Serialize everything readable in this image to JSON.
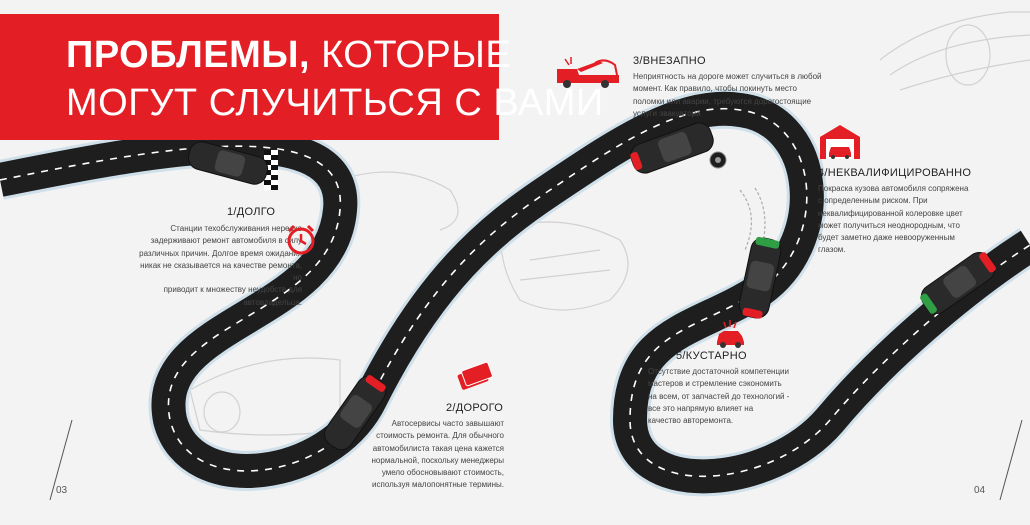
{
  "title": {
    "bold": "ПРОБЛЕМЫ,",
    "rest": "КОТОРЫЕ",
    "line2": "МОГУТ СЛУЧИТЬСЯ С ВАМИ"
  },
  "colors": {
    "accent": "#e31e24",
    "road": "#1e1e1e",
    "dash": "#ffffff",
    "edge": "#cfe0ea"
  },
  "items": [
    {
      "heading": "1/ДОЛГО",
      "icon": "alarm-clock-icon",
      "lines": [
        "Станции техобслуживания нередко",
        "задерживают ремонт автомобиля в силу",
        "различных причин. Долгое время ожидания",
        "никак не сказывается на качестве ремонта, но",
        "приводит к множеству неудобств для",
        "автовладельца."
      ]
    },
    {
      "heading": "2/ДОРОГО",
      "icon": "money-icon",
      "lines": [
        "Автосервисы часто завышают",
        "стоимость ремонта. Для обычного",
        "автомобилиста такая цена кажется",
        "нормальной, поскольку менеджеры",
        "умело обосновывают стоимость,",
        "используя малопонятные термины."
      ]
    },
    {
      "heading": "3/ВНЕЗАПНО",
      "icon": "tow-truck-icon",
      "lines": [
        "Неприятность на дороге может случиться в любой",
        "момент. Как правило, чтобы покинуть место",
        "поломки или аварии, требуются дорогостоящие",
        "услуги эвакуатора"
      ]
    },
    {
      "heading": "4/НЕКВАЛИФИЦИРОВАННО",
      "icon": "garage-icon",
      "lines": [
        "Покраска кузова автомобиля сопряжена",
        "с определенным риском. При",
        "неквалифицированной колеровке цвет",
        "может получиться неоднородным, что",
        "будет заметно даже невооруженным",
        "глазом."
      ]
    },
    {
      "heading": "5/КУСТАРНО",
      "icon": "broken-car-icon",
      "lines": [
        "Отсутствие достаточной компетенции",
        "мастеров и  стремление сэкономить",
        "на всем, от запчастей до технологий -",
        "все это напрямую влияет на",
        "качество авторемонта."
      ]
    }
  ],
  "page_numbers": {
    "left": "03",
    "right": "04"
  }
}
